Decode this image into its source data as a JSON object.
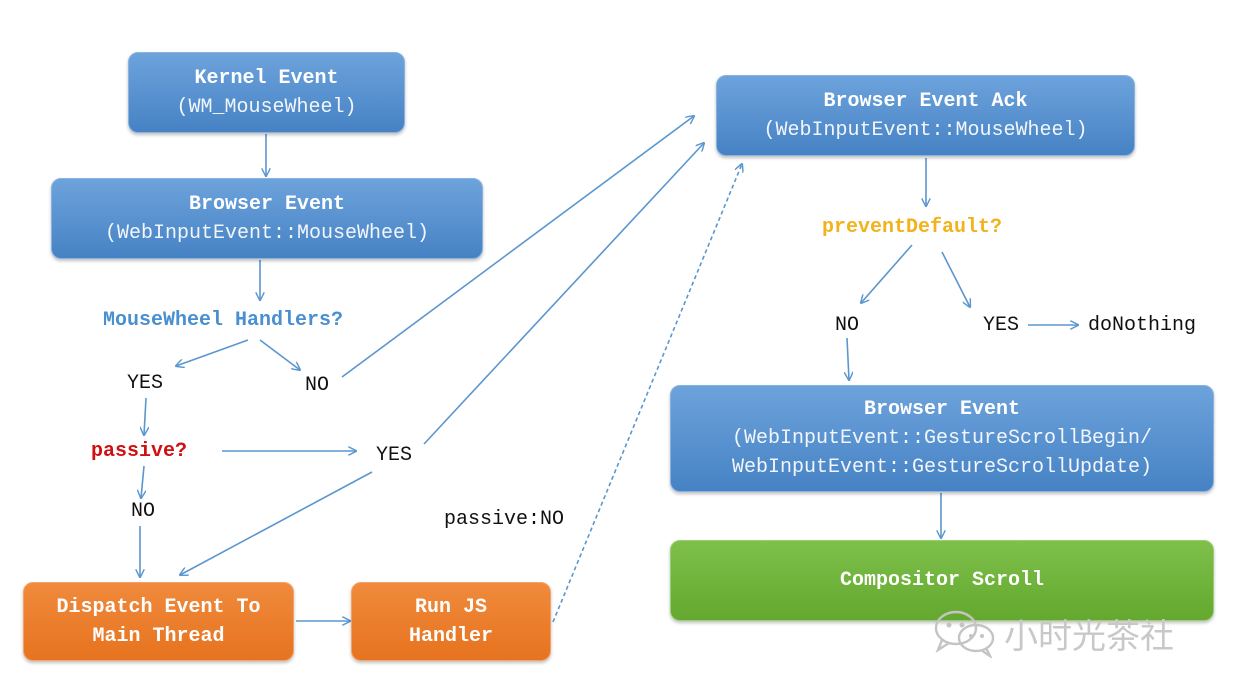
{
  "nodes": {
    "kernel_event": {
      "title": "Kernel Event",
      "sub": "(WM_MouseWheel)"
    },
    "browser_event": {
      "title": "Browser Event",
      "sub": "(WebInputEvent::MouseWheel)"
    },
    "browser_event_ack": {
      "title": "Browser Event Ack",
      "sub": "(WebInputEvent::MouseWheel)"
    },
    "browser_event_gesture": {
      "title": "Browser Event",
      "sub1": "(WebInputEvent::GestureScrollBegin/",
      "sub2": "WebInputEvent::GestureScrollUpdate)"
    },
    "dispatch": {
      "line1": "Dispatch Event To",
      "line2": "Main Thread"
    },
    "run_js": {
      "line1": "Run JS",
      "line2": "Handler"
    },
    "compositor": {
      "title": "Compositor Scroll"
    }
  },
  "labels": {
    "mousewheel_handlers": "MouseWheel Handlers?",
    "yes_handlers": "YES",
    "no_handlers": "NO",
    "passive_q": "passive?",
    "yes_passive": "YES",
    "no_passive": "NO",
    "passive_no": "passive:NO",
    "prevent_default": "preventDefault?",
    "no_prevent": "NO",
    "yes_prevent": "YES",
    "do_nothing": "doNothing"
  },
  "watermark": {
    "text": "小时光茶社",
    "icon": "wechat-icon"
  },
  "colors": {
    "blue_box": "#5b93d3",
    "orange_box": "#ec7f2e",
    "green_box": "#70b43c",
    "arrow": "#5b96cf",
    "question_blue": "#4a8fd0",
    "question_red": "#d01010",
    "question_yellow": "#f2b21b"
  }
}
